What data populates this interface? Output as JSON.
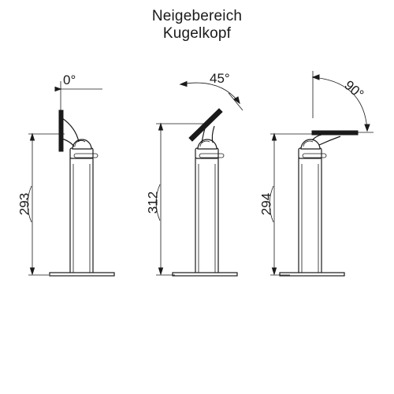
{
  "title": {
    "line1": "Neigebereich",
    "line2": "Kugelkopf"
  },
  "views": [
    {
      "name": "tilt-0",
      "angle_label": "0°",
      "height_label": "293",
      "tilt_degrees": 0,
      "height_mm": 293
    },
    {
      "name": "tilt-45",
      "angle_label": "45°",
      "height_label": "312",
      "tilt_degrees": 45,
      "height_mm": 312
    },
    {
      "name": "tilt-90",
      "angle_label": "90°",
      "height_label": "294",
      "tilt_degrees": 90,
      "height_mm": 294
    }
  ]
}
